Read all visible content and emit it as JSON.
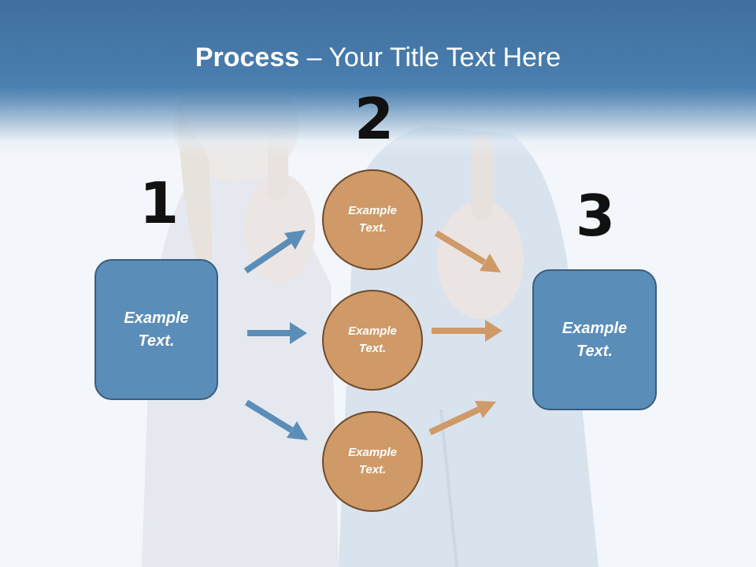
{
  "title": {
    "bold": "Process",
    "rest": " – Your Title Text Here"
  },
  "steps": {
    "one": "1",
    "two": "2",
    "three": "3"
  },
  "left_box": {
    "line1": "Example",
    "line2": "Text."
  },
  "right_box": {
    "line1": "Example",
    "line2": "Text."
  },
  "circles": [
    {
      "line1": "Example",
      "line2": "Text."
    },
    {
      "line1": "Example",
      "line2": "Text."
    },
    {
      "line1": "Example",
      "line2": "Text."
    }
  ],
  "colors": {
    "blue": "#5b8db9",
    "orange": "#cf9a68",
    "title_band": "#4a7fb0"
  }
}
